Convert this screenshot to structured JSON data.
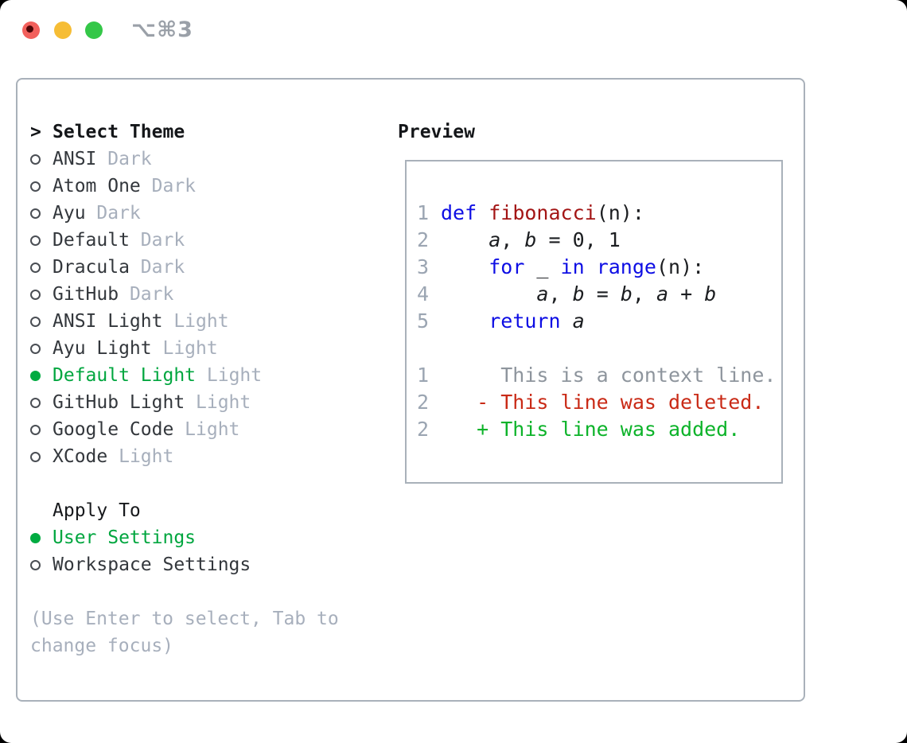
{
  "titlebar": {
    "shortcut": "⌥⌘3"
  },
  "theme_selector": {
    "marker": ">",
    "header": "Select Theme",
    "themes": [
      {
        "name": "ANSI",
        "variant": "Dark",
        "selected": false
      },
      {
        "name": "Atom One",
        "variant": "Dark",
        "selected": false
      },
      {
        "name": "Ayu",
        "variant": "Dark",
        "selected": false
      },
      {
        "name": "Default",
        "variant": "Dark",
        "selected": false
      },
      {
        "name": "Dracula",
        "variant": "Dark",
        "selected": false
      },
      {
        "name": "GitHub",
        "variant": "Dark",
        "selected": false
      },
      {
        "name": "ANSI Light",
        "variant": "Light",
        "selected": false
      },
      {
        "name": "Ayu Light",
        "variant": "Light",
        "selected": false
      },
      {
        "name": "Default Light",
        "variant": "Light",
        "selected": true
      },
      {
        "name": "GitHub Light",
        "variant": "Light",
        "selected": false
      },
      {
        "name": "Google Code",
        "variant": "Light",
        "selected": false
      },
      {
        "name": "XCode",
        "variant": "Light",
        "selected": false
      }
    ]
  },
  "apply_to": {
    "header": "Apply To",
    "options": [
      {
        "label": "User Settings",
        "selected": true
      },
      {
        "label": "Workspace Settings",
        "selected": false
      }
    ]
  },
  "hint": {
    "lines": [
      "(Use Enter to select, Tab to",
      "change focus)"
    ]
  },
  "preview": {
    "header": "Preview",
    "code_lines": [
      {
        "num": "1",
        "tokens": [
          {
            "type": "keyword",
            "text": "def "
          },
          {
            "type": "function",
            "text": "fibonacci"
          },
          {
            "type": "plain",
            "text": "(n):"
          }
        ]
      },
      {
        "num": "2",
        "tokens": [
          {
            "type": "plain",
            "text": "    "
          },
          {
            "type": "variable",
            "text": "a"
          },
          {
            "type": "plain",
            "text": ", "
          },
          {
            "type": "variable",
            "text": "b"
          },
          {
            "type": "plain",
            "text": " = 0, 1"
          }
        ]
      },
      {
        "num": "3",
        "tokens": [
          {
            "type": "plain",
            "text": "    "
          },
          {
            "type": "keyword",
            "text": "for"
          },
          {
            "type": "plain",
            "text": " _ "
          },
          {
            "type": "keyword",
            "text": "in"
          },
          {
            "type": "plain",
            "text": " "
          },
          {
            "type": "keyword",
            "text": "range"
          },
          {
            "type": "plain",
            "text": "(n):"
          }
        ]
      },
      {
        "num": "4",
        "tokens": [
          {
            "type": "plain",
            "text": "        "
          },
          {
            "type": "variable",
            "text": "a"
          },
          {
            "type": "plain",
            "text": ", "
          },
          {
            "type": "variable",
            "text": "b"
          },
          {
            "type": "plain",
            "text": " = "
          },
          {
            "type": "variable",
            "text": "b"
          },
          {
            "type": "plain",
            "text": ", "
          },
          {
            "type": "variable",
            "text": "a"
          },
          {
            "type": "plain",
            "text": " + "
          },
          {
            "type": "variable",
            "text": "b"
          }
        ]
      },
      {
        "num": "5",
        "tokens": [
          {
            "type": "plain",
            "text": "    "
          },
          {
            "type": "keyword",
            "text": "return "
          },
          {
            "type": "variable",
            "text": "a"
          }
        ]
      }
    ],
    "diff_lines": [
      {
        "num": "1",
        "kind": "context",
        "text": "     This is a context line."
      },
      {
        "num": "2",
        "kind": "deleted",
        "text": "   - This line was deleted."
      },
      {
        "num": "2",
        "kind": "added",
        "text": "   + This line was added."
      }
    ]
  },
  "colors": {
    "selection_green": "#00ab41",
    "keyword_blue": "#0e0ee4",
    "function_red": "#a31515",
    "diff_deleted_red": "#c92a16",
    "diff_added_green": "#0db32a",
    "muted_gray": "#a7afbc",
    "panel_border": "#a9b1ba"
  }
}
